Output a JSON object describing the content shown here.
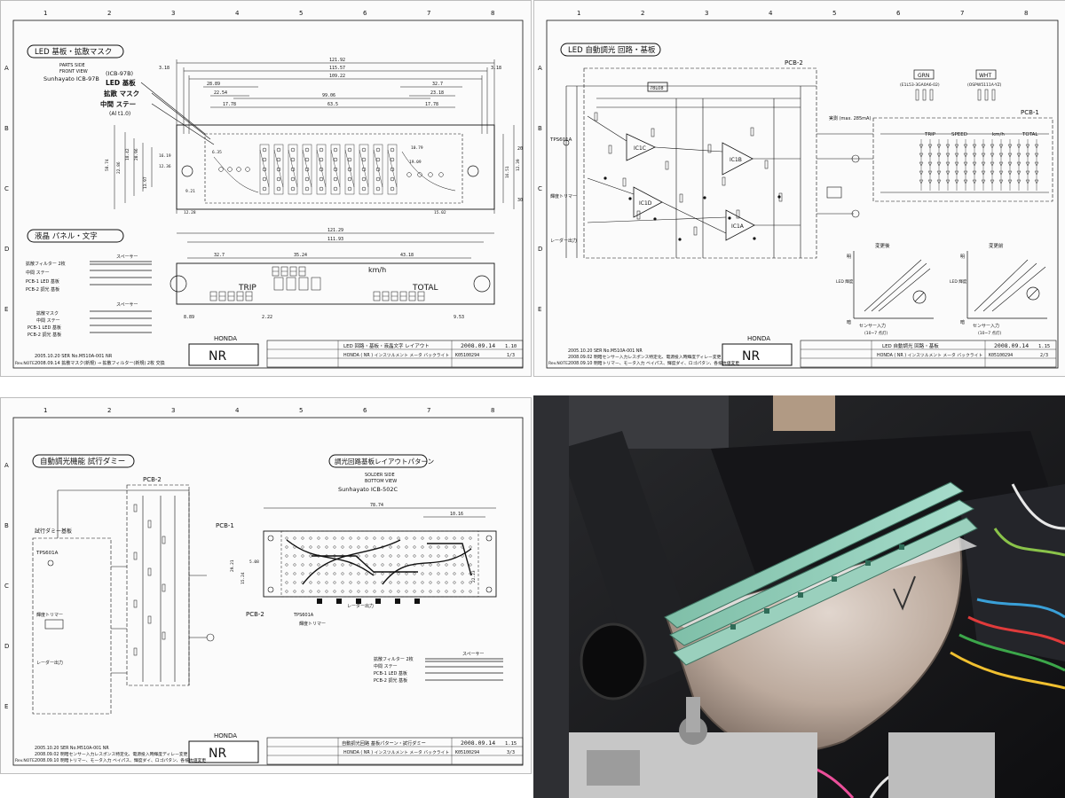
{
  "sheet1": {
    "title": "LED 基板・拡散マスク",
    "parts_side": "PARTS SIDE",
    "front_view": "FRONT VIEW",
    "board_model": "Sunhayato ICB-97B",
    "labels": {
      "led_board": "LED 基板",
      "led_board_code": "(ICB-97B)",
      "mask": "拡散 マスク",
      "stay": "中間 ステー",
      "stay_code": "(Al t1.0)"
    },
    "dims_top": [
      "121.92",
      "115.57",
      "109.22",
      "28.89",
      "22.54",
      "17.78",
      "99.06",
      "63.5",
      "32.7",
      "23.18",
      "17.78",
      "3.18",
      "3.18"
    ],
    "panel_title": "液晶 パネル・文字",
    "panel_dims": [
      "121.29",
      "111.93",
      "32.7",
      "35.24",
      "43.18",
      "8.89",
      "9.53",
      "2.22"
    ],
    "lcd_words": {
      "trip": "TRIP",
      "total": "TOTAL",
      "unit": "km/h"
    },
    "side_labels": [
      "拡散フィルター 2枚",
      "中間 ステー",
      "PCB-1 LED 基板",
      "PCB-2 調光 基板",
      "スペーサー",
      "拡散マスク"
    ],
    "company": "HONDA",
    "model": "NR",
    "title_block": {
      "name": "LED 回路・基板・液晶文字 レイアウト",
      "date": "2008.09.14",
      "ver": "1.10",
      "subtitle": "HONDA ( NR ) インスツルメント メータ バックライト",
      "page": "1/3",
      "code": "K05100294"
    },
    "revision": [
      "2005.10.20 SER No.M510A-001 NR",
      "2008.09.14 拡散マスク(新規) → 拡散フィルター(新規) 2枚 交換"
    ],
    "rev_note": "Rev.NOTE"
  },
  "sheet2": {
    "title": "LED 自動調光 回路・基板",
    "pcb2": "PCB-2",
    "pcb1": "PCB-1",
    "chips": [
      "IC1C",
      "IC1B",
      "IC1D",
      "IC1A",
      "78L08"
    ],
    "sensor": "TPS601A",
    "grn_label": "GRN",
    "wht_label": "WHT",
    "grn_code": "(E1L53-3GA0A6-02)",
    "wht_code": "(OSPW5111A-YZ)",
    "current": "実測 (max. 285mA)",
    "sections": [
      "TRIP",
      "SPEED",
      "km/h",
      "TOTAL"
    ],
    "trimmer": "輝度トリマー",
    "laser_out": "レーダー出力",
    "graph1": {
      "title": "変更後",
      "xlabel": "センサー入力",
      "xsub": "(10~7 点灯)",
      "ylabel": "LED 輝度",
      "low": "暗",
      "high": "明"
    },
    "graph2": {
      "title": "変更前",
      "xlabel": "センサー入力",
      "xsub": "(10~7 点灯)",
      "ylabel": "LED 輝度",
      "low": "暗",
      "high": "明"
    },
    "company": "HONDA",
    "model": "NR",
    "title_block": {
      "name": "LED 自動調光 回路・基板",
      "date": "2008.09.14",
      "ver": "1.15",
      "subtitle": "HONDA ( NR ) インスツルメント メータ バックライト",
      "page": "2/3",
      "code": "K05100294"
    },
    "revision": [
      "2005.10.20 SER No.M510A-001 NR",
      "2008.09.02 明暗センサー入力レスポンス特定化、電源投入時輝度ディレー変更",
      "2008.09.10 明暗トリマー、モータ入力 ベイパス、輝度ダイ、ロゴパタン、各抵抗値変更"
    ],
    "rev_note": "Rev.NOTE"
  },
  "sheet3": {
    "title": "自動調光機能 試行ダミー",
    "pcb2": "PCB-2",
    "dummy_board": "試行ダミー基板",
    "sensor": "TPS601A",
    "trimmer": "輝度トリマー",
    "laser_out": "レーダー出力",
    "layout_title": "調光回路基板レイアウトパターン",
    "solder_side": "SOLDER SIDE",
    "bottom_view": "BOTTOM VIEW",
    "board_model": "Sunhayato ICB-502C",
    "pcb1": "PCB-1",
    "pcb2b": "PCB-2",
    "dims": [
      "78.74",
      "10.16",
      "29.21",
      "15.24",
      "22.23",
      "5.08"
    ],
    "side_labels": [
      "拡散フィルター 2枚",
      "中間 ステー",
      "PCB-1 LED 基板",
      "PCB-2 調光 基板",
      "スペーサー"
    ],
    "sensor_lbl": "レーダー出力",
    "company": "HONDA",
    "model": "NR",
    "title_block": {
      "name": "自動調光回路 基板パターン・試行ダミー",
      "date": "2008.09.14",
      "ver": "1.15",
      "subtitle": "HONDA ( NR ) インスツルメント メータ バックライト",
      "page": "3/3",
      "code": "K05100294"
    },
    "revision": [
      "2005.10.20 SER No.M510A-001 NR",
      "2008.09.02 明暗センサー入力レスポンス特定化、電源投入時輝度ディレー変更",
      "2008.09.10 明暗トリマー、モータ入力 ベイパス、輝度ダイ、ロゴパタン、各抵抗値変更"
    ],
    "rev_note": "Rev.NOTE"
  },
  "colors": {
    "line": "#111111",
    "paper": "#fbfbfb",
    "pcb": "#8fc9b4",
    "metal": "#c8b8ad",
    "dark": "#1b1b1d"
  }
}
